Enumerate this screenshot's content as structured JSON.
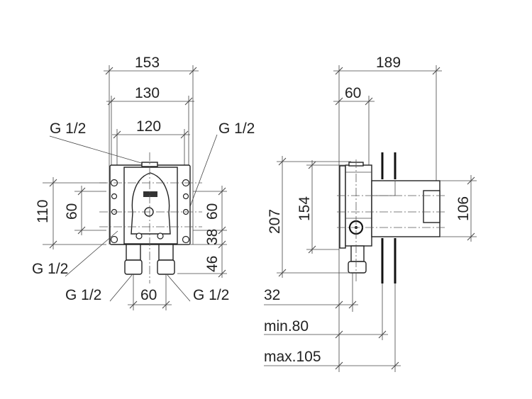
{
  "front_view": {
    "width_overall": "153",
    "width_mid": "130",
    "width_inner": "120",
    "thread_top_left": "G 1/2",
    "thread_top_right": "G 1/2",
    "height_left_outer": "110",
    "height_left_inner": "60",
    "height_right_upper": "60",
    "height_right_mid": "38",
    "height_right_lower": "46",
    "thread_side_left": "G 1/2",
    "thread_bottom_left": "G 1/2",
    "outlet_spacing": "60",
    "thread_bottom_right": "G 1/2"
  },
  "side_view": {
    "depth_overall": "189",
    "depth_body": "60",
    "height_overall": "207",
    "height_body": "154",
    "height_extension": "106",
    "offset": "32",
    "min_wall": "min.80",
    "max_wall": "max.105"
  }
}
